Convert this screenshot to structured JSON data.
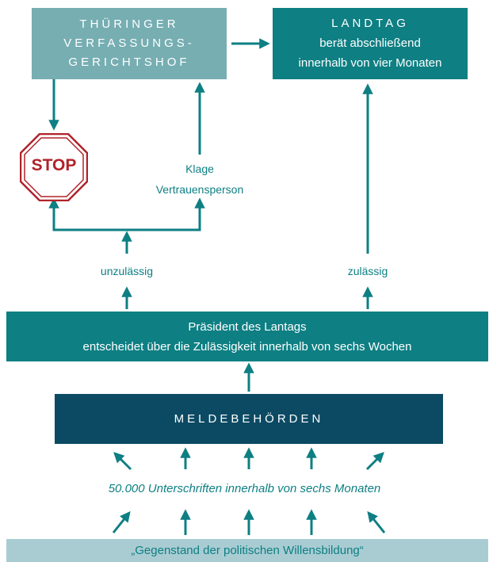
{
  "court": {
    "lines": [
      "THÜRINGER",
      "VERFASSUNGS-",
      "GERICHTSHOF"
    ]
  },
  "landtag": {
    "title": "LANDTAG",
    "line1": "berät abschließend",
    "line2": "innerhalb von vier Monaten"
  },
  "stop": {
    "label": "STOP"
  },
  "klage": {
    "line1": "Klage",
    "line2": "Vertrauensperson"
  },
  "decision": {
    "unzulaessig": "unzulässig",
    "zulaessig": "zulässig"
  },
  "president": {
    "line1": "Präsident des Lantags",
    "line2": "entscheidet über die Zulässigkeit innerhalb von sechs Wochen"
  },
  "melde": {
    "label": "MELDEBEHÖRDEN"
  },
  "signatures": {
    "text": "50.000 Unterschriften innerhalb von sechs Monaten"
  },
  "subject": {
    "text": "„Gegenstand der politischen Willensbildung“"
  },
  "colors": {
    "teal": "#0e7f83",
    "teal_light": "#76aeb2",
    "navy": "#0c4a63",
    "pale": "#a9ccd3",
    "stop_red": "#b0232a"
  }
}
